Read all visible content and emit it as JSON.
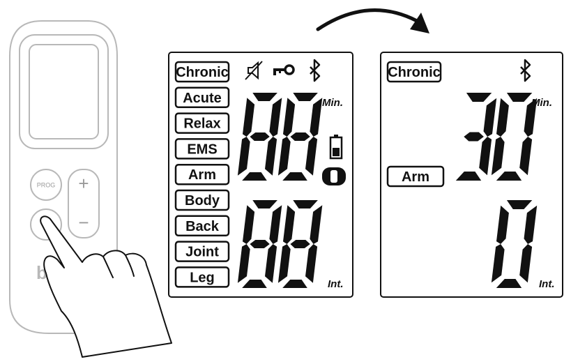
{
  "device": {
    "prog_label": "PROG",
    "plus_symbol": "+",
    "minus_symbol": "−",
    "brand_fragment": "be"
  },
  "display_all_segments": {
    "mode_labels": [
      "Chronic",
      "Acute",
      "Relax",
      "EMS",
      "Arm",
      "Body",
      "Back",
      "Joint",
      "Leg"
    ],
    "minutes_digits": "88",
    "intensity_digits": "88",
    "minutes_unit": "Min.",
    "intensity_unit": "Int.",
    "icons": [
      "mute-icon",
      "key-lock-icon",
      "bluetooth-icon",
      "battery-icon",
      "electrode-pad-icon"
    ]
  },
  "display_selected": {
    "mode_label": "Chronic",
    "area_label": "Arm",
    "minutes_digits": "30",
    "intensity_digits": "0",
    "minutes_unit": "Min.",
    "intensity_unit": "Int.",
    "icons": [
      "bluetooth-icon"
    ]
  },
  "colors": {
    "ink": "#111111",
    "device_gray": "#b8b8b8",
    "background": "#ffffff"
  }
}
